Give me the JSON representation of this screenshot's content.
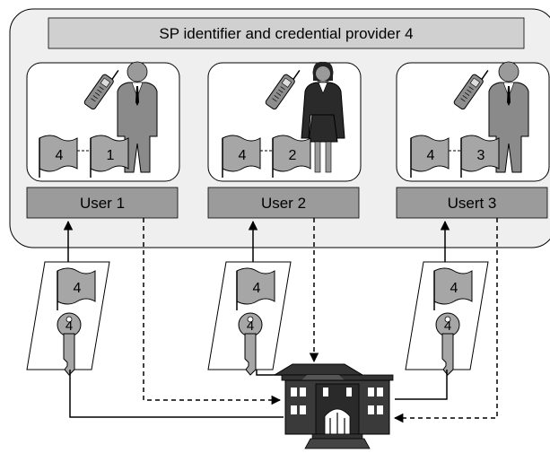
{
  "provider": {
    "title": "SP identifier and credential provider 4"
  },
  "users": [
    {
      "label": "User 1",
      "sp_flag": "4",
      "own_flag": "1"
    },
    {
      "label": "User 2",
      "sp_flag": "4",
      "own_flag": "2"
    },
    {
      "label": "Usert 3",
      "sp_flag": "4",
      "own_flag": "3"
    }
  ],
  "credentials": [
    {
      "flag": "4",
      "key": "4"
    },
    {
      "flag": "4",
      "key": "4"
    },
    {
      "flag": "4",
      "key": "4"
    }
  ],
  "colors": {
    "container_fill": "#efefef",
    "title_bar_fill": "#d0d0d0",
    "user_bar_fill": "#9b9b9b",
    "icon_gray": "#9a9a9a",
    "building_dark": "#333333"
  }
}
